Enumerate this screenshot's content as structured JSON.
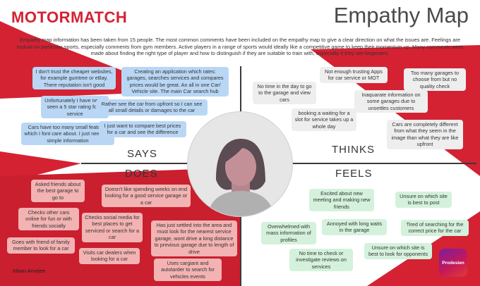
{
  "header": {
    "logo": "MOTORMATCH",
    "title": "Empathy Map",
    "intro": "Empathy map information has been taken from 15 people. The most common comments have been included on the empathy map to give a clear direction on what the issues are. Feelings are mutual on particular sports, especially comments from gym members. Active players in a range of sports would ideally like a competitive game to keep their momentum up. Many comments were made about finding the right type of player and how to distinguish if they are suitable to train with, especially if they are beginners."
  },
  "quadrants": {
    "says": "SAYS",
    "thinks": "THINKS",
    "does": "DOES",
    "feels": "FEELS"
  },
  "says": [
    "I don't trust the cheaper websites, for example gumtree or eBay. There reputation isn't good",
    "Unfortunately I have never seen a 5 star rating for a service",
    "Cars have too many small features which I font care about. I just need the simple information",
    "Creating an application which rates: garages, searches services and compares prices would be great. An all in one Car/ Vehicle site. The main Car search hub",
    "Rather see the car from upfront so I can see all small details or damages to the car",
    "I just want to compare best prices for a car and see the difference"
  ],
  "thinks": [
    "No time in the day to go to the garage and view cars",
    "Not enough trusting Apps for car service or MOT",
    "Too many garages to choose from but no quality check",
    "Inaquarate information on some garages due to unsettles customers",
    "booking a waiting for a slot for service takes up a whole day",
    "Cars are completely different from what they seem in the image than what they are like upfront"
  ],
  "does": [
    "Asked friends about the best garage to go to",
    "Doesn't like spending weeks on end looking for a good service garage or a car",
    "Checks other cars online for fun or with friends socially",
    "Checks social media for best places to get serviced or search for a car",
    "Goes with friend of family member to look for a car",
    "Has just settled into the area and must look for the nearest service garage, wont drive a long distance to previous garage due to length of drive",
    "Visits car dealers when looking for a car",
    "Uses cargiant and autotarder to search for vehicles events"
  ],
  "feels": [
    "Excited about new meeting and making new friends",
    "Unsure on which site is best to post",
    "Overwhelmed with mass information of profiles",
    "Annoyed with long waits in the garage",
    "Tired of searching for the correct price for the car",
    "No time to check or investigate reviews on services",
    "Unsure on which site is best to look for opponents"
  ],
  "author": "Irfaan Amejee",
  "badge": "Prodesien",
  "colors": {
    "brand_red": "#d42233",
    "says_note": "#b9d7f5",
    "thinks_note": "#eeeeee",
    "does_note": "#f3b3b3",
    "feels_note": "#d4f1dc"
  },
  "icons": {
    "avatar": "woman-avatar-icon",
    "badge": "prodesien-logo-icon"
  }
}
